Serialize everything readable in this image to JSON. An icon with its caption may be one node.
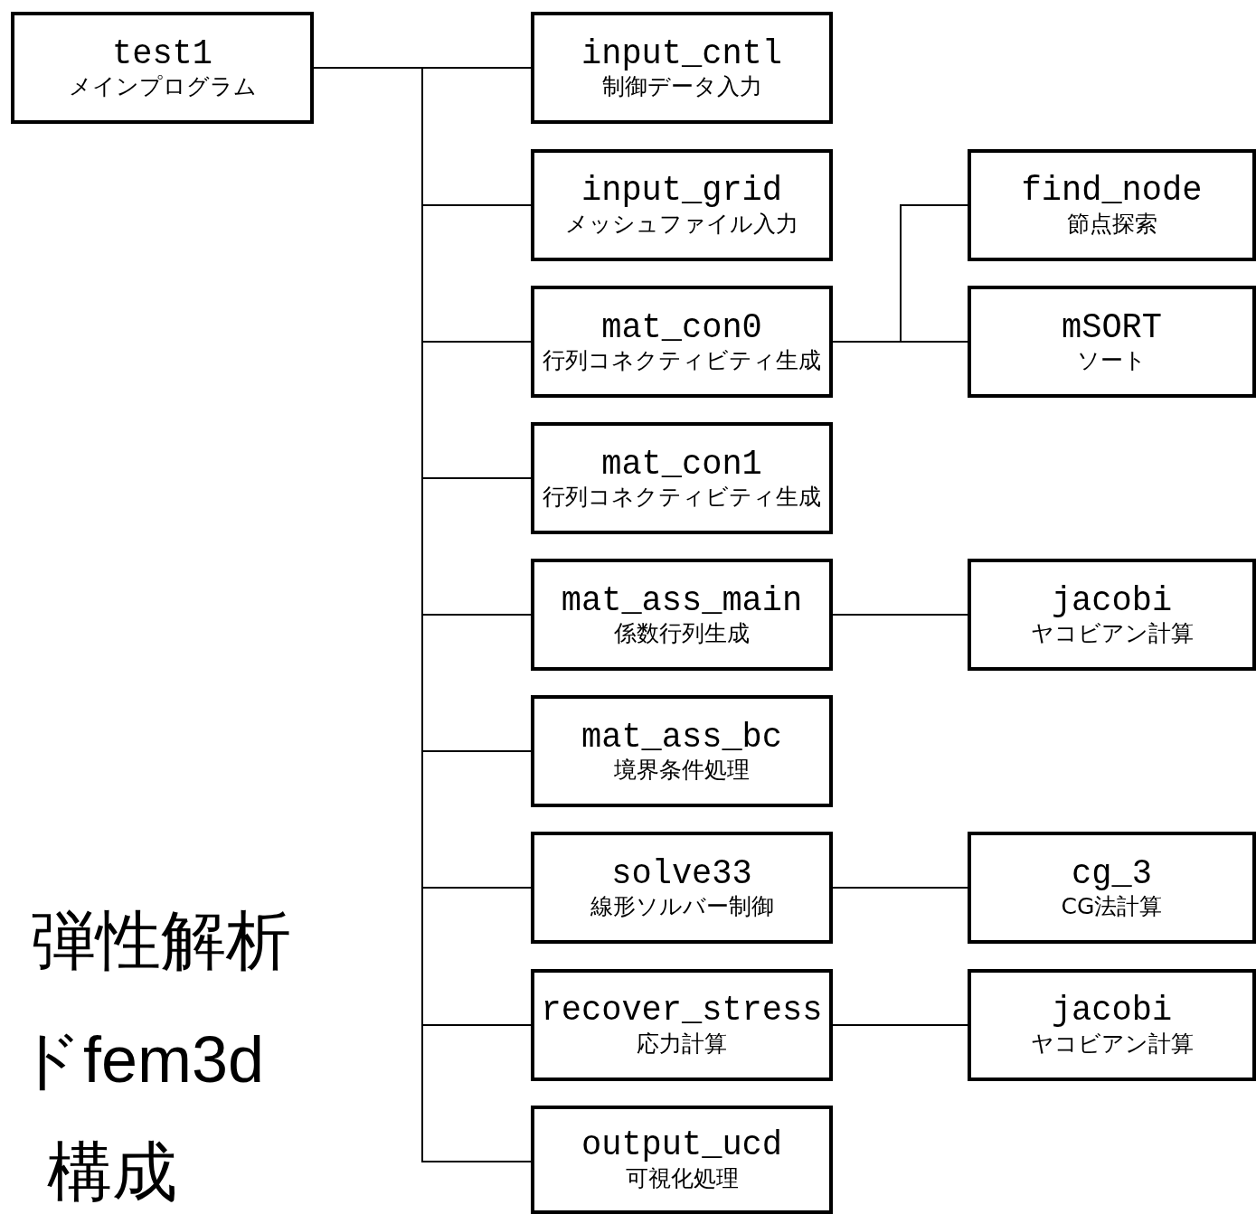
{
  "diagram": {
    "nodes": [
      {
        "text": [
          "test1",
          "メインプログラム"
        ]
      },
      {
        "text": [
          "input_cntl",
          "制御データ入力"
        ]
      },
      {
        "text": [
          "input_grid",
          "メッシュファイル入力"
        ]
      },
      {
        "text": [
          "mat_con0",
          "行列コネクティビティ生成"
        ]
      },
      {
        "text": [
          "mat_con1",
          "行列コネクティビティ生成"
        ]
      },
      {
        "text": [
          "mat_ass_main",
          "係数行列生成"
        ]
      },
      {
        "text": [
          "mat_ass_bc",
          "境界条件処理"
        ]
      },
      {
        "text": [
          "solve33",
          "線形ソルバー制御"
        ]
      },
      {
        "text": [
          "recover_stress",
          "応力計算"
        ]
      },
      {
        "text": [
          "output_ucd",
          "可視化処理"
        ]
      },
      {
        "text": [
          "find_node",
          "節点探索"
        ]
      },
      {
        "text": [
          "mSORT",
          "ソート"
        ]
      },
      {
        "text": [
          "jacobi",
          "ヤコビアン計算"
        ]
      },
      {
        "text": [
          "cg_3",
          "CG法計算"
        ]
      },
      {
        "text": [
          "jacobi",
          "ヤコビアン計算"
        ]
      }
    ],
    "edges": [
      {
        "from": 0,
        "to": 1,
        "arrow": "none"
      },
      {
        "from": 0,
        "to": 2,
        "arrow": "none"
      },
      {
        "from": 0,
        "to": 3,
        "arrow": "none"
      },
      {
        "from": 0,
        "to": 4,
        "arrow": "none"
      },
      {
        "from": 0,
        "to": 5,
        "arrow": "none"
      },
      {
        "from": 0,
        "to": 6,
        "arrow": "none"
      },
      {
        "from": 0,
        "to": 7,
        "arrow": "none"
      },
      {
        "from": 0,
        "to": 8,
        "arrow": "none"
      },
      {
        "from": 0,
        "to": 9,
        "arrow": "none"
      },
      {
        "from": 3,
        "to": 10,
        "arrow": "none"
      },
      {
        "from": 3,
        "to": 11,
        "arrow": "none"
      },
      {
        "from": 5,
        "to": 12,
        "arrow": "none"
      },
      {
        "from": 7,
        "to": 13,
        "arrow": "none"
      },
      {
        "from": 8,
        "to": 14,
        "arrow": "none"
      }
    ],
    "labels": [
      "弾性解析",
      "ドfem3d",
      "構成"
    ]
  }
}
